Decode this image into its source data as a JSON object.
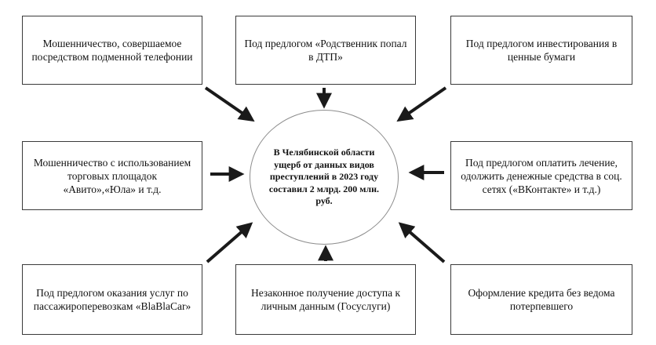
{
  "center": {
    "text": "В Челябинской области ущерб от данных видов преступлений в 2023 году составил 2 млрд. 200 млн. руб."
  },
  "boxes": {
    "top_left": "Мошенничество, совершаемое посредством подменной телефонии",
    "top_center": "Под предлогом «Родственник попал в ДТП»",
    "top_right": "Под предлогом инвестирования в ценные бумаги",
    "mid_left": "Мошенничество с использованием торговых площадок «Авито»,«Юла» и т.д.",
    "mid_right": "Под предлогом оплатить лечение, одолжить денежные средства в соц. сетях («ВКонтакте» и т.д.)",
    "bottom_left": "Под предлогом оказания услуг по пассажироперевозкам «BlaBlaCar»",
    "bottom_center": "Незаконное получение доступа к личным данным (Госуслуги)",
    "bottom_right": "Оформление кредита без ведома потерпевшего"
  },
  "colors": {
    "arrow": "#1a1a1a",
    "border": "#3a3a3a"
  }
}
